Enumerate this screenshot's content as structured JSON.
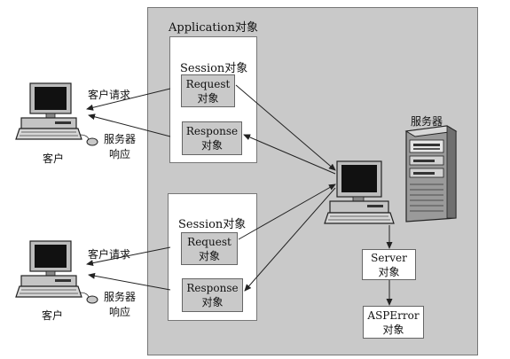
{
  "application": {
    "label": "Application对象"
  },
  "sessions": [
    {
      "label": "Session对象",
      "request": [
        "Request",
        "对象"
      ],
      "response": [
        "Response",
        "对象"
      ]
    },
    {
      "label": "Session对象",
      "request": [
        "Request",
        "对象"
      ],
      "response": [
        "Response",
        "对象"
      ]
    }
  ],
  "clients": [
    {
      "label": "客户",
      "request_label": "客户请求",
      "response_label": [
        "服务器",
        "响应"
      ]
    },
    {
      "label": "客户",
      "request_label": "客户请求",
      "response_label": [
        "服务器",
        "响应"
      ]
    }
  ],
  "server": {
    "label": "服务器",
    "server_object": [
      "Server",
      "对象"
    ],
    "asperror_object": [
      "ASPError",
      "对象"
    ]
  }
}
